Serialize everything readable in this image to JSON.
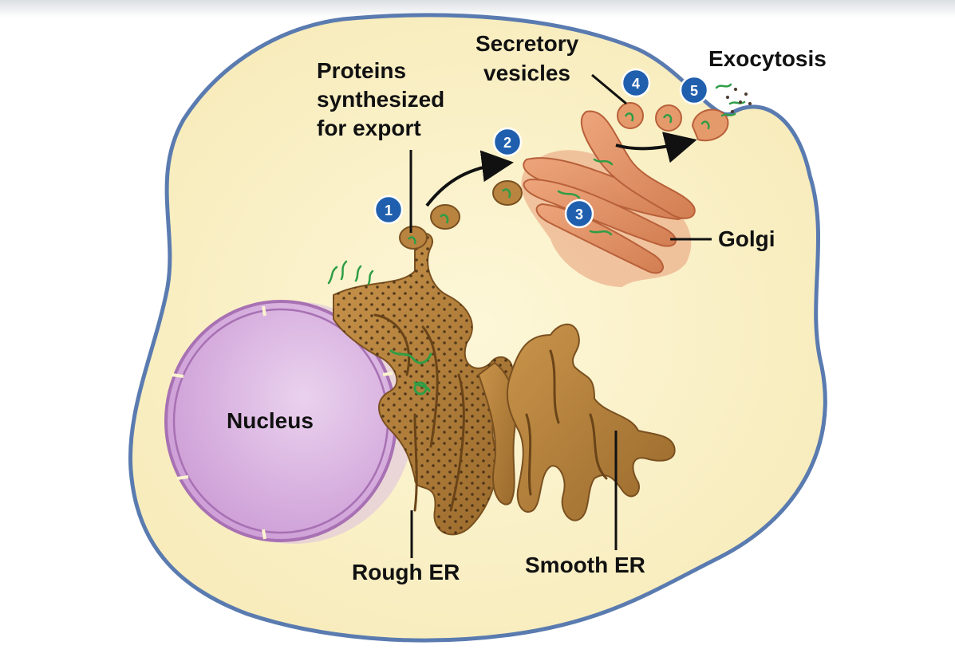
{
  "labels": {
    "proteins_line1": "Proteins",
    "proteins_line2": "synthesized",
    "proteins_line3": "for export",
    "secretory_line1": "Secretory",
    "secretory_line2": "vesicles",
    "exocytosis": "Exocytosis",
    "golgi": "Golgi",
    "nucleus": "Nucleus",
    "rough_er": "Rough ER",
    "smooth_er": "Smooth ER"
  },
  "steps": [
    "1",
    "2",
    "3",
    "4",
    "5"
  ],
  "colors": {
    "cytoplasm": "#fbf3cf",
    "membrane": "#5a7bb0",
    "nucleus": "#d8b3de",
    "nuclear_envelope": "#a771b3",
    "er": "#b17f3b",
    "golgi": "#e3966a",
    "protein": "#2f9d45",
    "badge": "#1f5fae"
  }
}
